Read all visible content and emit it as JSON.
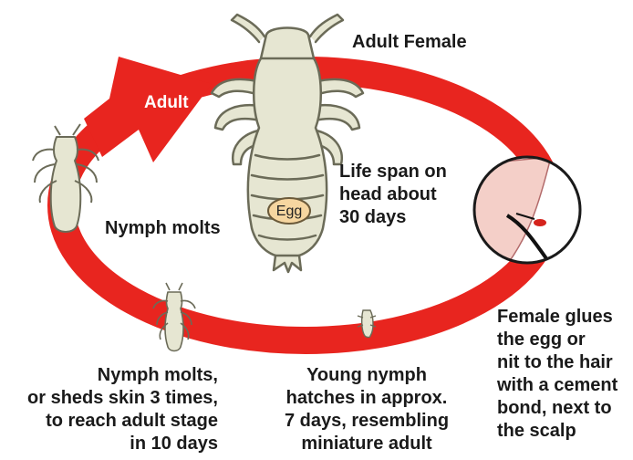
{
  "labels": {
    "arrow": "Adult",
    "adult_female": "Adult Female",
    "lifespan": "Life span on\nhead about\n30 days",
    "egg": "Egg",
    "nymph_molts_short": "Nymph molts",
    "nymph_molts_long": "Nymph molts,\nor sheds skin 3 times,\nto reach adult stage\nin 10 days",
    "young_nymph": "Young nymph\nhatches in approx.\n7 days, resembling\nminiature adult",
    "female_glues": "Female glues\nthe egg or\nnit to the hair\nwith a cement\nbond, next to\nthe scalp"
  },
  "colors": {
    "cycle": "#e8251f",
    "louse_fill": "#e6e6d2",
    "louse_stroke": "#6b6b58",
    "scalp": "#f4cfc8",
    "egg": "#f6d6a0"
  }
}
